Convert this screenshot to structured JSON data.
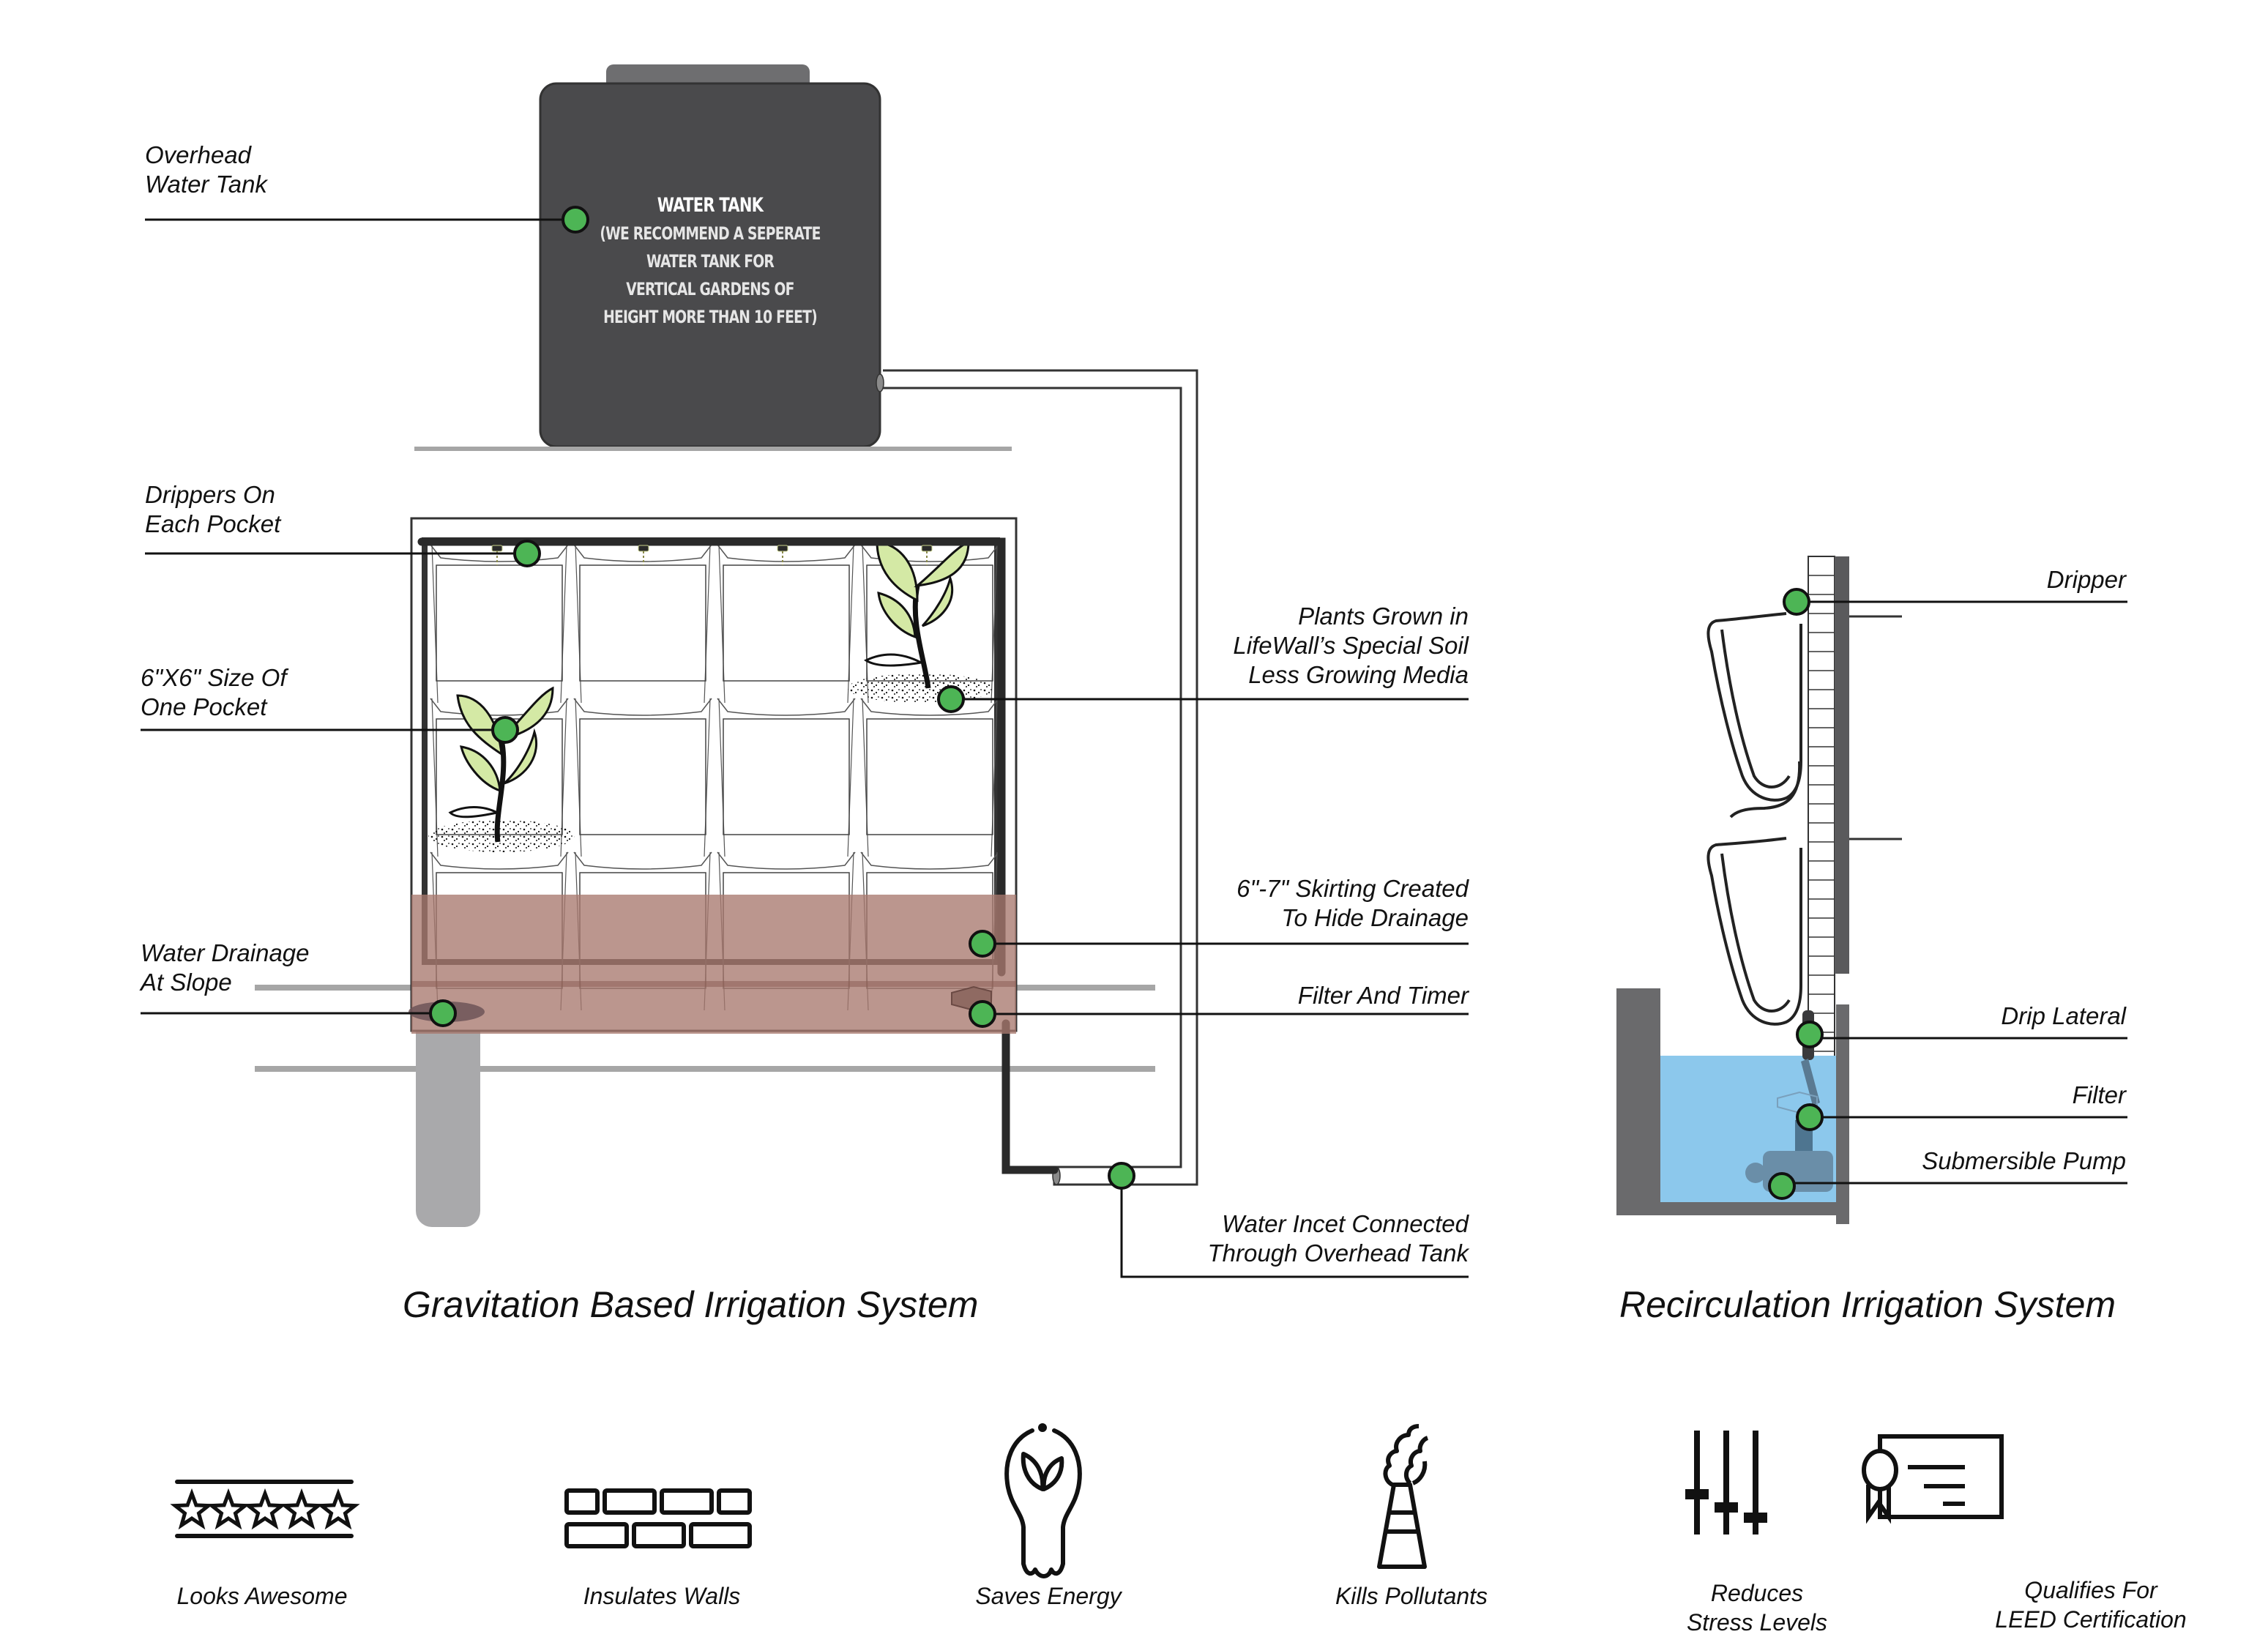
{
  "tank": {
    "title": "WATER TANK",
    "note_lines": [
      "(WE RECOMMEND A SEPERATE",
      "WATER TANK FOR",
      "VERTICAL GARDENS OF",
      "HEIGHT MORE THAN 10 FEET)"
    ]
  },
  "gravitation": {
    "title": "Gravitation Based Irrigation System",
    "callouts": {
      "overhead_tank": "Overhead\nWater Tank",
      "drippers": "Drippers On\nEach Pocket",
      "pocket_size": "6\"X6\" Size Of\nOne Pocket",
      "drainage": "Water Drainage\nAt Slope",
      "plants": "Plants Grown in\nLifeWall’s Special Soil\nLess Growing Media",
      "skirting": "6\"-7\" Skirting Created\nTo Hide Drainage",
      "filter_timer": "Filter And Timer",
      "inlet": "Water Incet Connected\nThrough Overhead Tank"
    }
  },
  "recirculation": {
    "title": "Recirculation Irrigation System",
    "callouts": {
      "dripper": "Dripper",
      "drip_lateral": "Drip Lateral",
      "filter": "Filter",
      "pump": "Submersible Pump"
    }
  },
  "features": [
    {
      "icon": "five-stars-icon",
      "label": "Looks Awesome"
    },
    {
      "icon": "brick-wall-icon",
      "label": "Insulates Walls"
    },
    {
      "icon": "leaf-bulb-icon",
      "label": "Saves Energy"
    },
    {
      "icon": "factory-chimney-icon",
      "label": "Kills Pollutants"
    },
    {
      "icon": "sliders-icon",
      "label": "Reduces\nStress Levels"
    },
    {
      "icon": "certificate-icon",
      "label": "Qualifies For\nLEED Certification"
    }
  ],
  "colors": {
    "marker_green": "#4db555",
    "tank_gray": "#4a4a4c",
    "skirting_rose": "#b8918a",
    "water_blue": "#8cc8ec"
  }
}
